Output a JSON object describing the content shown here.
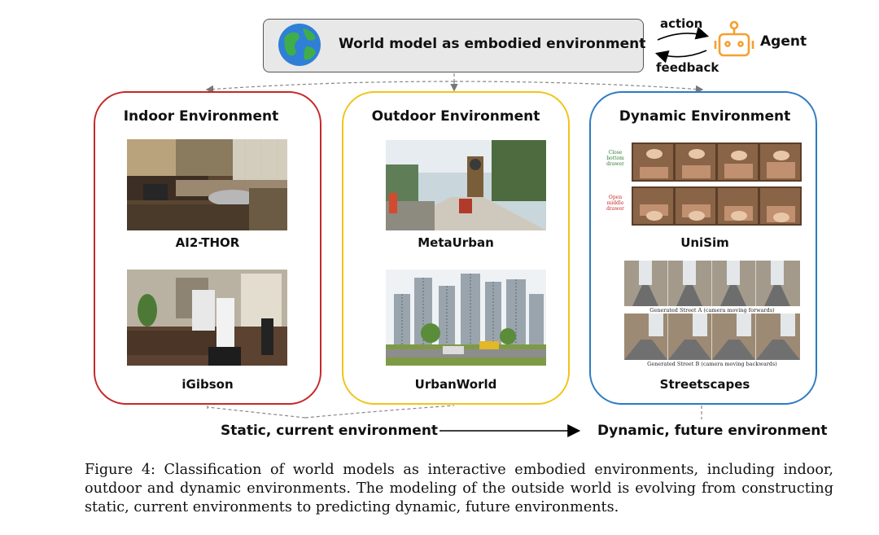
{
  "header": {
    "title": "World model as embodied environment",
    "action_label": "action",
    "feedback_label": "feedback",
    "agent_label": "Agent",
    "globe_icon": "globe-icon",
    "agent_icon": "robot-icon"
  },
  "panels": [
    {
      "title": "Indoor Environment",
      "color": "#c62828",
      "items": [
        {
          "name": "AI2-THOR"
        },
        {
          "name": "iGibson"
        }
      ]
    },
    {
      "title": "Outdoor Environment",
      "color": "#f2c318",
      "items": [
        {
          "name": "MetaUrban"
        },
        {
          "name": "UrbanWorld"
        }
      ]
    },
    {
      "title": "Dynamic Environment",
      "color": "#2b7bc3",
      "items": [
        {
          "name": "UniSim",
          "labels": [
            "Close bottom drawer",
            "Open middle drawer"
          ]
        },
        {
          "name": "Streetscapes",
          "captions": [
            "Generated Street A (camera moving forwards)",
            "Generated Street B (camera moving backwards)"
          ]
        }
      ]
    }
  ],
  "axis": {
    "left_label": "Static, current environment",
    "right_label": "Dynamic, future environment"
  },
  "caption": "Figure 4: Classification of world models as interactive embodied environments, including indoor, outdoor and dynamic environments. The modeling of the outside world is evolving from constructing static, current environments to predicting dynamic, future environments."
}
